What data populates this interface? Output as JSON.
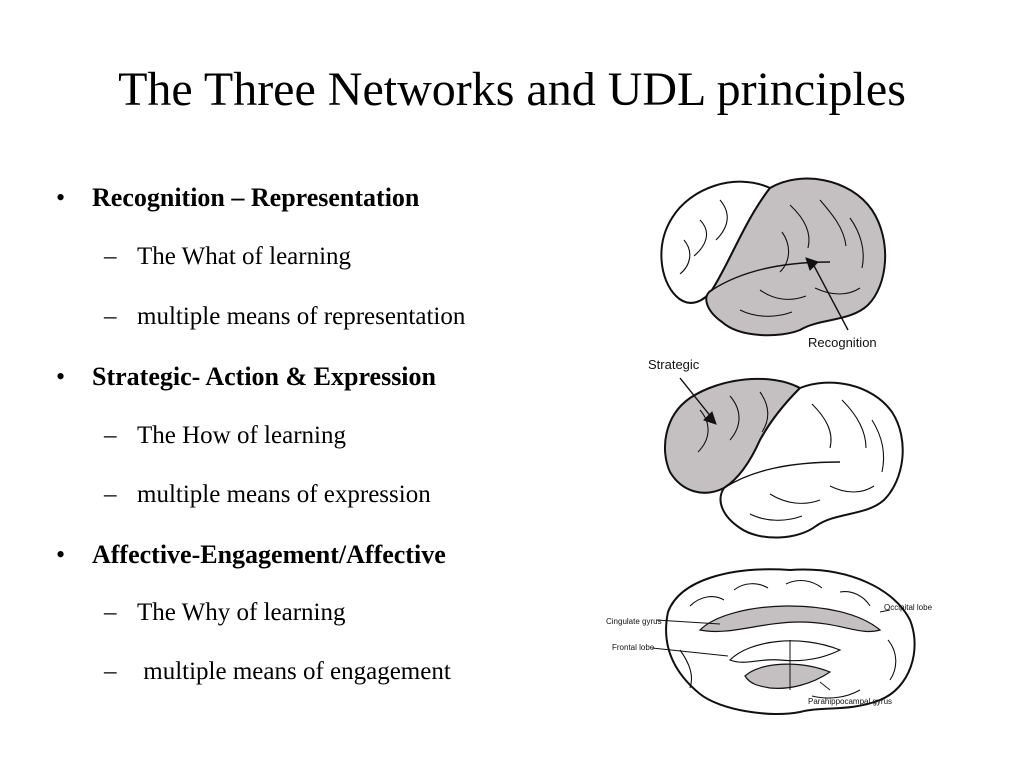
{
  "slide": {
    "title": "The Three Networks and UDL principles",
    "bullets": [
      {
        "label": "Recognition – Representation",
        "subitems": [
          "The What of learning",
          "multiple means of representation"
        ]
      },
      {
        "label": "Strategic- Action & Expression",
        "subitems": [
          "The How of learning",
          "multiple means of expression"
        ]
      },
      {
        "label": "Affective-Engagement/Affective",
        "subitems": [
          "The Why of learning",
          " multiple means of engagement"
        ]
      }
    ],
    "bullet_glyph": "•",
    "dash_glyph": "–"
  },
  "figures": {
    "recognition_label": "Recognition",
    "strategic_label": "Strategic",
    "affective_labels": {
      "cingulate": "Cingulate gyrus",
      "frontal": "Frontal lobe",
      "occipital": "Occipital lobe",
      "parahippocampal": "Parahippocampal gyrus"
    },
    "highlight_color": "#c4bfc0"
  }
}
